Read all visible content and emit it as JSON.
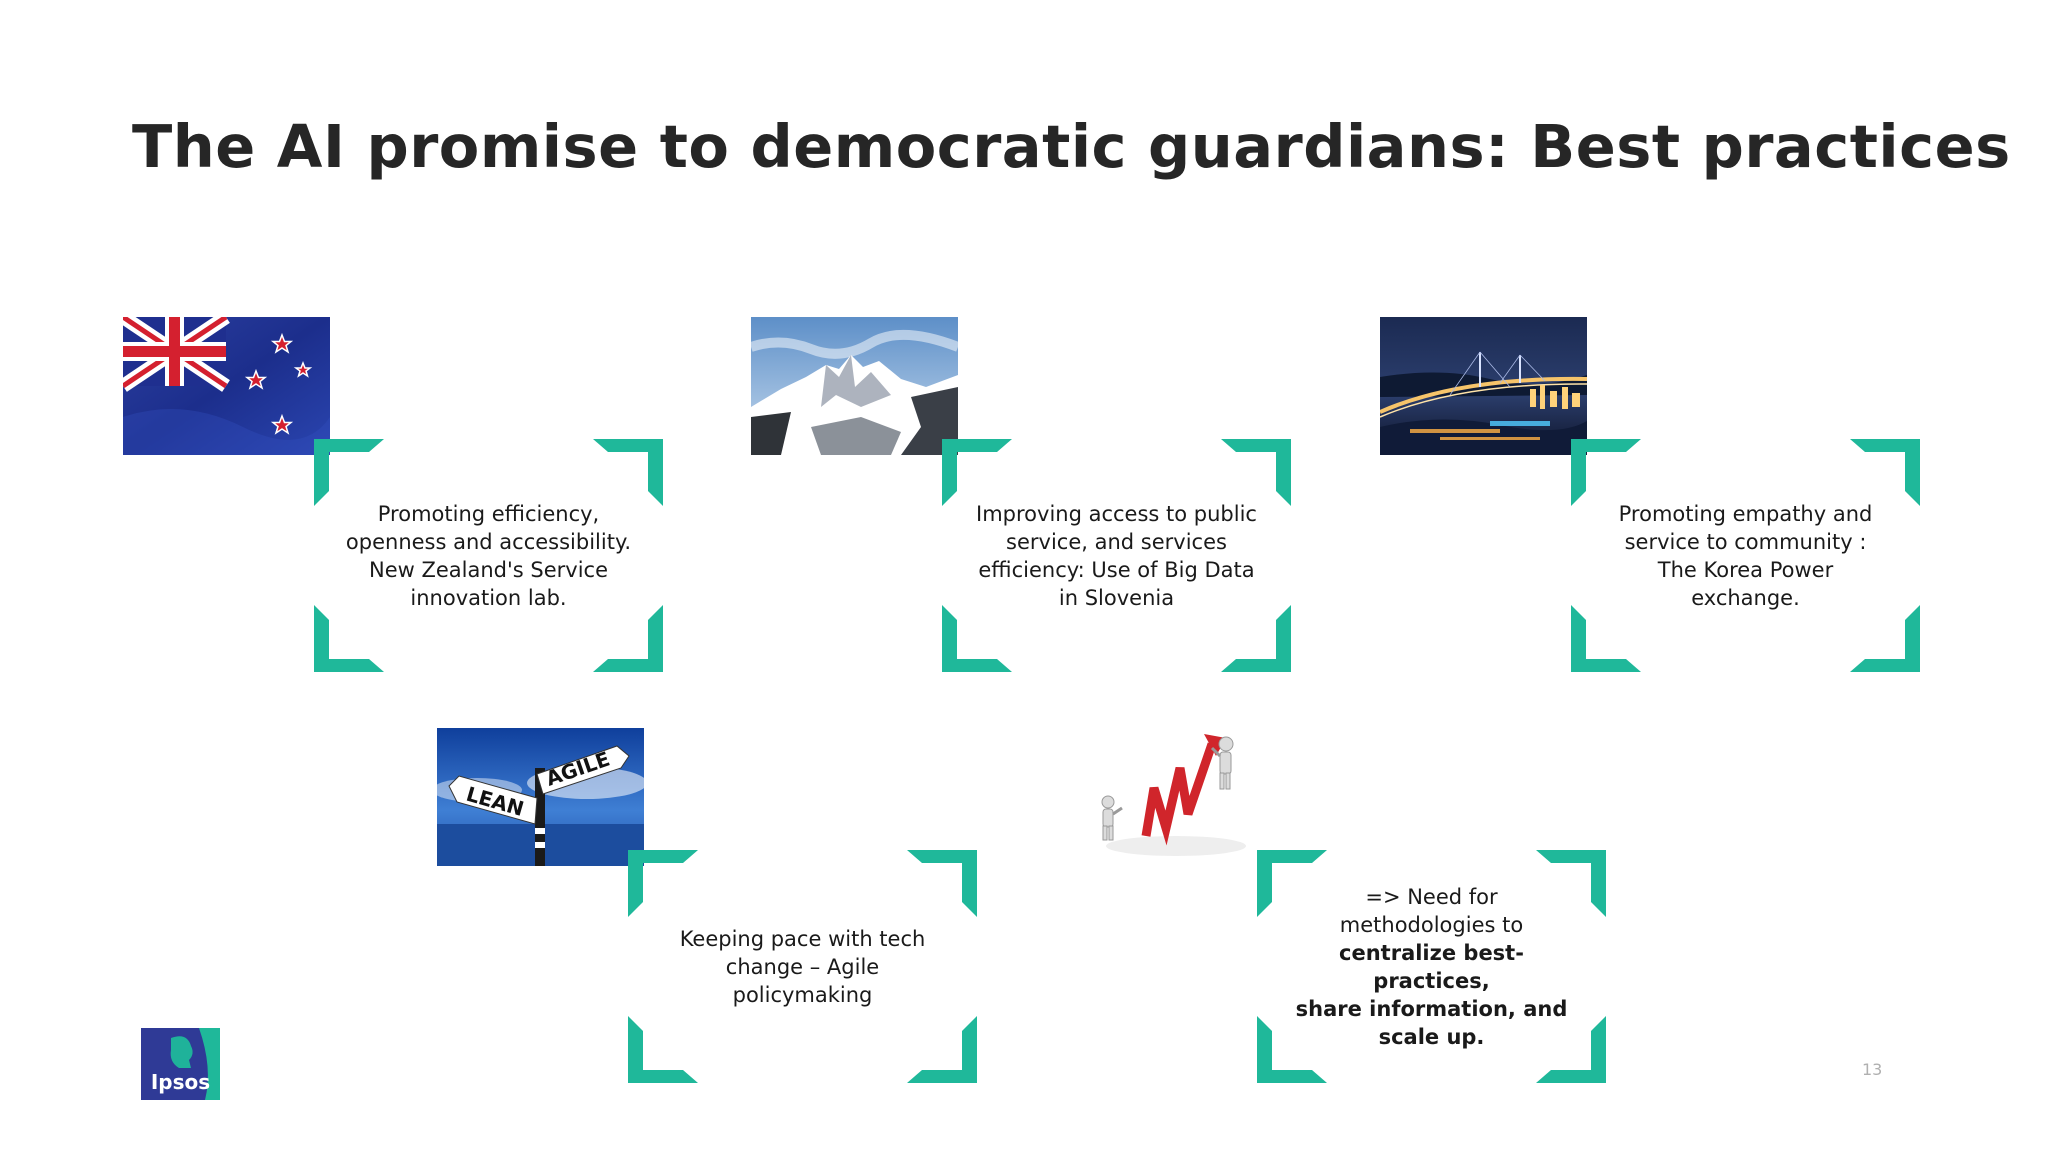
{
  "slide": {
    "title": "The AI promise to democratic guardians: Best practices",
    "page_number": "13",
    "accent_color": "#1fb89a",
    "logo": {
      "text": "Ipsos",
      "color": "#2f3a96",
      "accent": "#1fb89a"
    }
  },
  "practices": [
    {
      "image": "new-zealand-flag",
      "lines": [
        "Promoting efficiency,",
        "openness and accessibility.",
        "New Zealand's Service",
        "innovation lab."
      ]
    },
    {
      "image": "snowy-mountains-slovenia",
      "lines": [
        "Improving access to public",
        "service, and services",
        "efficiency: Use of Big Data",
        "in Slovenia"
      ]
    },
    {
      "image": "night-bridge-city-korea",
      "lines": [
        "Promoting empathy and",
        "service to community :",
        "The Korea Power",
        "exchange."
      ]
    },
    {
      "image": "lean-agile-signpost",
      "lines": [
        "Keeping pace with tech",
        "change – Agile",
        "policymaking"
      ]
    },
    {
      "image": "figures-red-growth-arrow",
      "lines": [
        "=> Need for",
        "methodologies to"
      ],
      "bold_lines": [
        "centralize best-practices,",
        "share information, and",
        "scale up."
      ]
    }
  ]
}
